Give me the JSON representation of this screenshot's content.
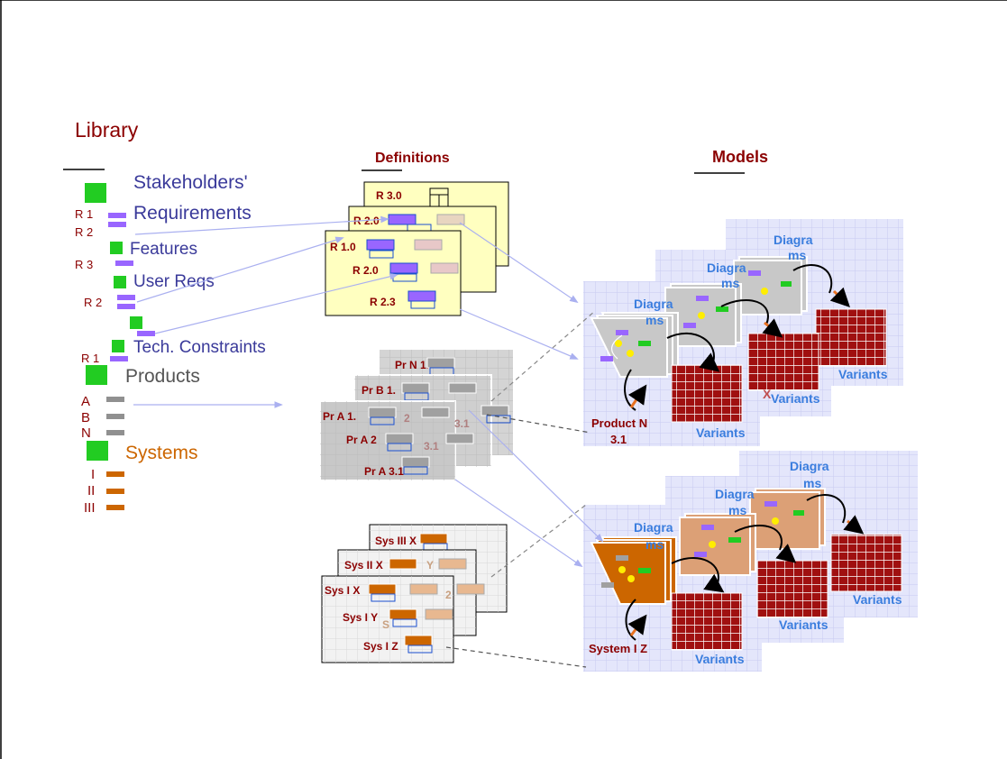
{
  "library": {
    "title": "Library",
    "items": {
      "stakeholders_line1": "Stakeholders'",
      "stakeholders_line2": "Requirements",
      "features": "Features",
      "user_reqs": "User Reqs",
      "tech_constraints": "Tech. Constraints",
      "products": "Products",
      "systems": "Systems"
    },
    "req_codes": [
      "R 1",
      "R 2",
      "R 3",
      "R 2",
      "R 1"
    ],
    "product_codes": [
      "A",
      "B",
      "N"
    ],
    "system_codes": [
      "I",
      "II",
      "III"
    ]
  },
  "definitions": {
    "title": "Definitions",
    "requirements": [
      "R 3.0",
      "R 2.0",
      "R 1.0",
      "R 2.0",
      "R 2.3"
    ],
    "products": [
      "Pr N 1.",
      "Pr B 1.",
      "Pr A 1.",
      "Pr A 2",
      "Pr A 3.1"
    ],
    "product_fragments": [
      "2",
      "3.1",
      "3.1"
    ],
    "systems": [
      "Sys III X",
      "Sys II X",
      "Sys I X",
      "Sys I Y",
      "Sys I Z"
    ],
    "system_fragments": [
      "Y",
      "2",
      "S"
    ]
  },
  "models": {
    "title": "Models",
    "diagrams_line1": "Diagra",
    "diagrams_line2": "ms",
    "variants": "Variants",
    "product_label_line1": "Product N",
    "product_label_line2": "3.1",
    "system_label": "System I Z",
    "x_mark": "X"
  },
  "colors": {
    "dark_red": "#8b0000",
    "library_blue": "#3a3a9a",
    "green": "#22cc22",
    "purple": "#9966ff",
    "gray": "#909090",
    "orange": "#cc6600",
    "model_blue": "#3a7dde",
    "panel_lavender": "#e4e6fb"
  }
}
